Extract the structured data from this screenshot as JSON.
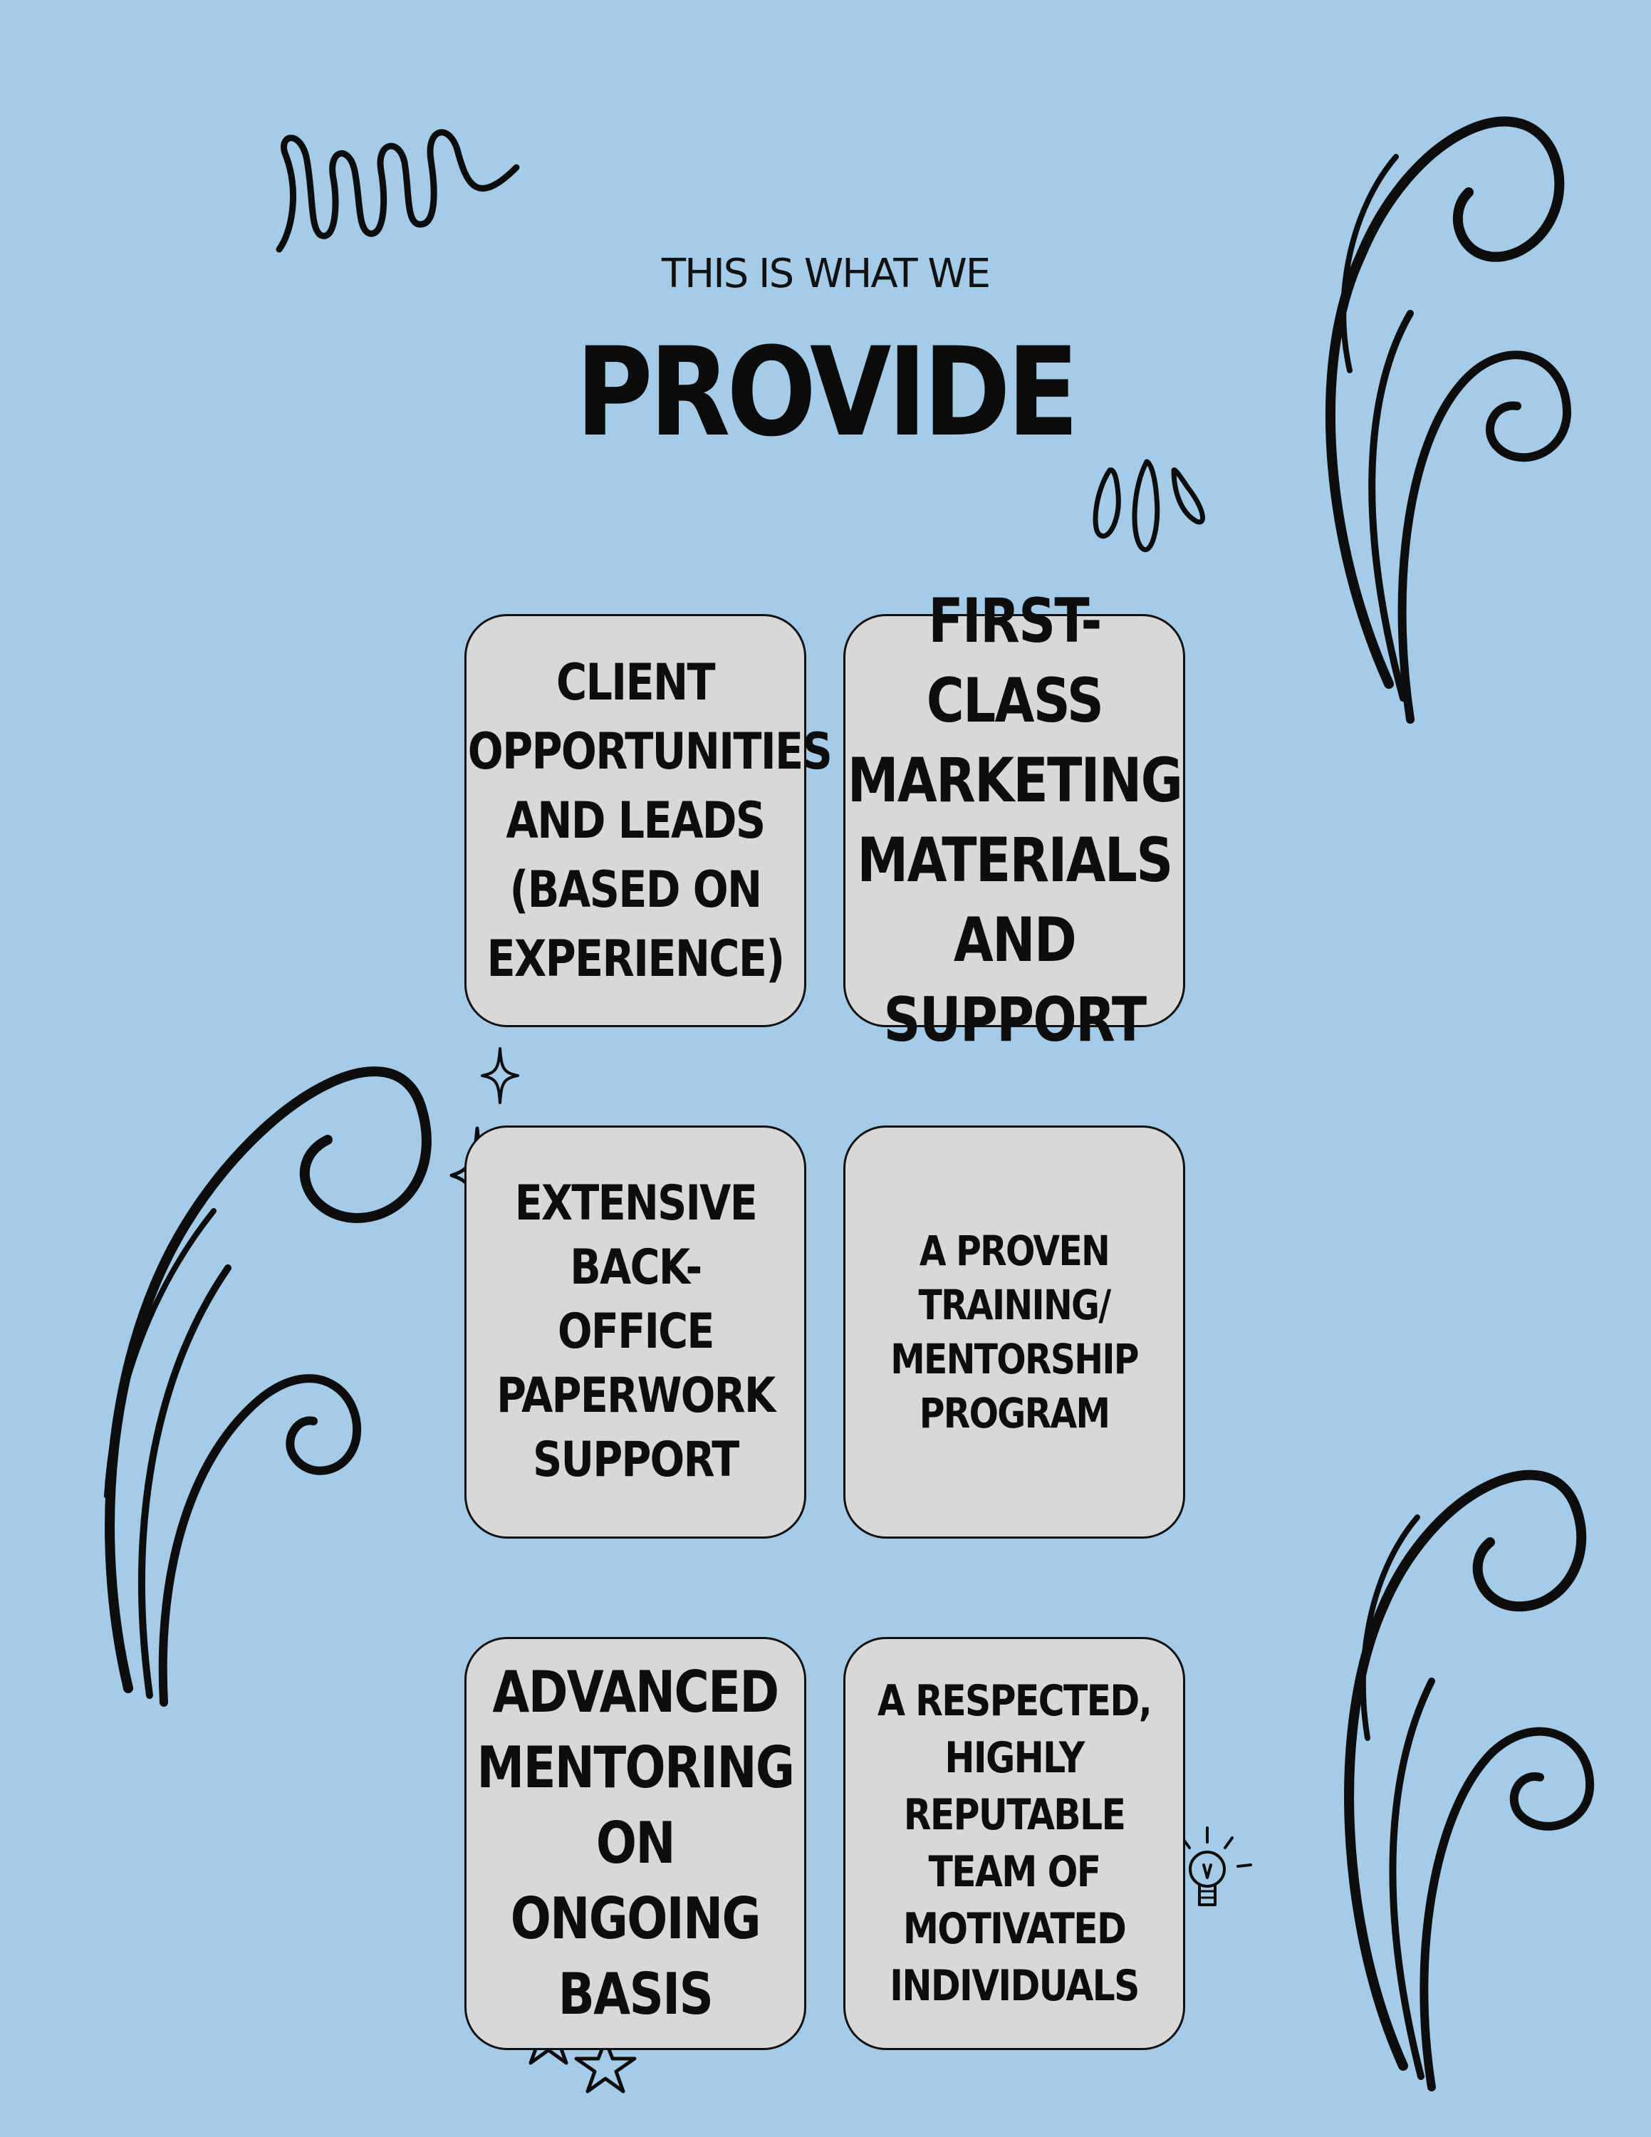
{
  "header": {
    "subtitle": "THIS IS WHAT WE",
    "title": "PROVIDE"
  },
  "cards": [
    {
      "text": "CLIENT\nOPPORTUNITIES\nAND LEADS\n(BASED ON\nEXPERIENCE)"
    },
    {
      "text": "FIRST-CLASS\nMARKETING\nMATERIALS\nAND SUPPORT"
    },
    {
      "text": "EXTENSIVE\nBACK-\nOFFICE\nPAPERWORK\nSUPPORT"
    },
    {
      "text": "A PROVEN\nTRAINING/\nMENTORSHIP\nPROGRAM"
    },
    {
      "text": "ADVANCED\nMENTORING\nON ONGOING\nBASIS"
    },
    {
      "text": "A RESPECTED,\nHIGHLY\nREPUTABLE\nTEAM OF\nMOTIVATED\nINDIVIDUALS"
    }
  ],
  "colors": {
    "background": "#a4cce8",
    "card": "#d8d8d8",
    "ink": "#0d0d0d"
  },
  "decorations": [
    "loop-scribble-icon",
    "drop-doodle-icon",
    "swirl-icon",
    "sparkle-icon",
    "star-icon",
    "lightbulb-icon"
  ]
}
